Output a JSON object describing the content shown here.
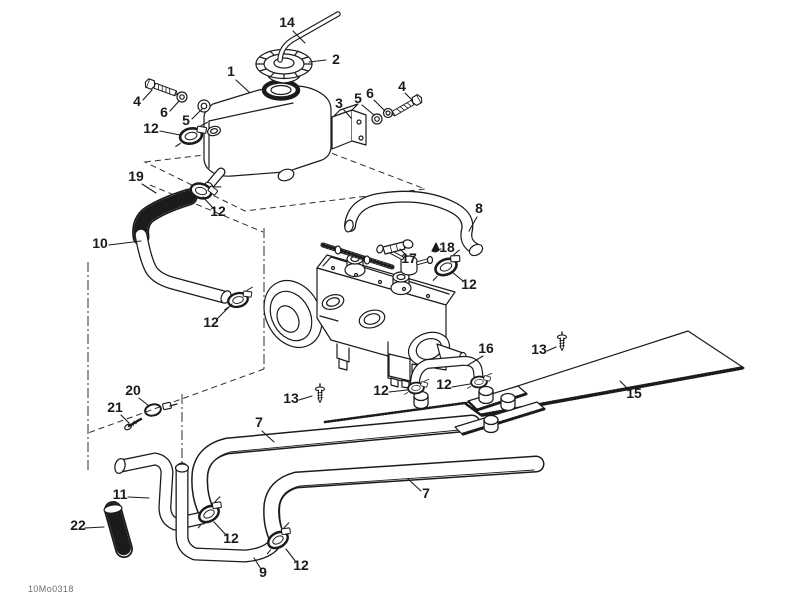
{
  "diagram": {
    "kind": "exploded-parts-diagram",
    "caption": "10Mo0318",
    "background_color": "#ffffff",
    "line_color": "#1b1b1b",
    "callouts": [
      {
        "label": "14"
      },
      {
        "label": "2"
      },
      {
        "label": "1"
      },
      {
        "label": "4"
      },
      {
        "label": "6"
      },
      {
        "label": "5"
      },
      {
        "label": "12"
      },
      {
        "label": "3"
      },
      {
        "label": "5"
      },
      {
        "label": "6"
      },
      {
        "label": "4"
      },
      {
        "label": "19"
      },
      {
        "label": "12"
      },
      {
        "label": "10"
      },
      {
        "label": "8"
      },
      {
        "label": "18"
      },
      {
        "label": "17"
      },
      {
        "label": "12"
      },
      {
        "label": "12"
      },
      {
        "label": "16"
      },
      {
        "label": "13"
      },
      {
        "label": "15"
      },
      {
        "label": "12"
      },
      {
        "label": "12"
      },
      {
        "label": "13"
      },
      {
        "label": "7"
      },
      {
        "label": "20"
      },
      {
        "label": "21"
      },
      {
        "label": "11"
      },
      {
        "label": "22"
      },
      {
        "label": "12"
      },
      {
        "label": "9"
      },
      {
        "label": "12"
      },
      {
        "label": "7"
      }
    ]
  }
}
